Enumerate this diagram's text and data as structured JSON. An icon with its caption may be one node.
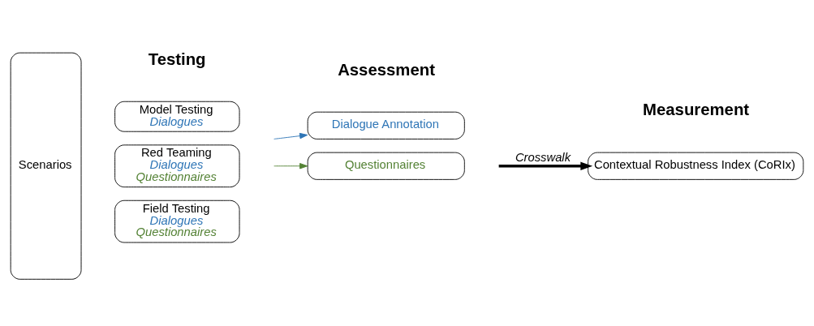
{
  "diagram": {
    "nodes": [
      {
        "text": [
          "Scenarios"
        ]
      },
      {
        "text": [
          "Model Testing",
          "Dialogues"
        ]
      },
      {
        "text": [
          "Red Teaming",
          "Dialogues",
          "Questionnaires"
        ]
      },
      {
        "text": [
          "Field Testing",
          "Dialogues",
          "Questionnaires"
        ]
      },
      {
        "text": [
          "Dialogue Annotation"
        ]
      },
      {
        "text": [
          "Questionnaires"
        ]
      },
      {
        "text": [
          "Contextual Robustness Index (CoRIx)"
        ]
      }
    ],
    "edges": [
      {
        "from": null,
        "to": 4,
        "arrow": "to",
        "color": "#2e75b6"
      },
      {
        "from": null,
        "to": 5,
        "arrow": "to",
        "color": "#548235"
      },
      {
        "from": null,
        "to": 6,
        "arrow": "to",
        "label": "Crosswalk",
        "style": "thick",
        "color": "#000000"
      }
    ],
    "labels": [
      "Testing",
      "Assessment",
      "Measurement"
    ]
  }
}
